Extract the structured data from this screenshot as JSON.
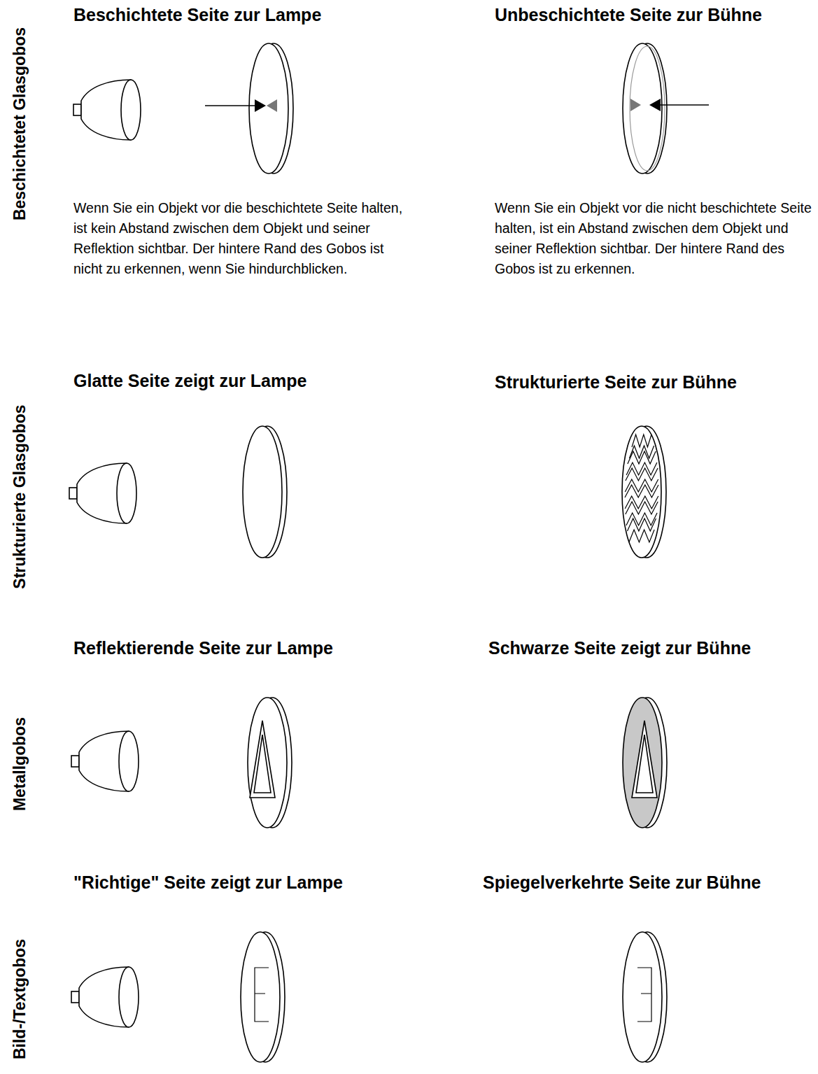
{
  "diagram": {
    "labels": [
      "Beschichtete Seite zur Lampe",
      "Unbeschichtete Seite zur Bühne",
      "Beschichtetet Glasgobos",
      "Wenn Sie ein Objekt vor die beschichtete Seite halten, ist kein Abstand zwischen dem Objekt und seiner Reflektion sichtbar. Der hintere Rand des Gobos ist nicht zu erkennen, wenn Sie hindurchblicken.",
      "Wenn Sie ein Objekt vor die nicht beschichtete Seite halten, ist ein Abstand zwischen dem Objekt und seiner Reflektion sichtbar. Der hintere Rand des Gobos ist zu erkennen.",
      "Strukturierte Glasgobos",
      "Glatte Seite zeigt zur Lampe",
      "Strukturierte Seite zur Bühne",
      "Metallgobos",
      "Reflektierende Seite zur Lampe",
      "Schwarze Seite zeigt zur Bühne",
      "Bild-/Textgobos",
      "\"Richtige\" Seite zeigt zur Lampe",
      "Spiegelverkehrte Seite zur Bühne"
    ]
  }
}
